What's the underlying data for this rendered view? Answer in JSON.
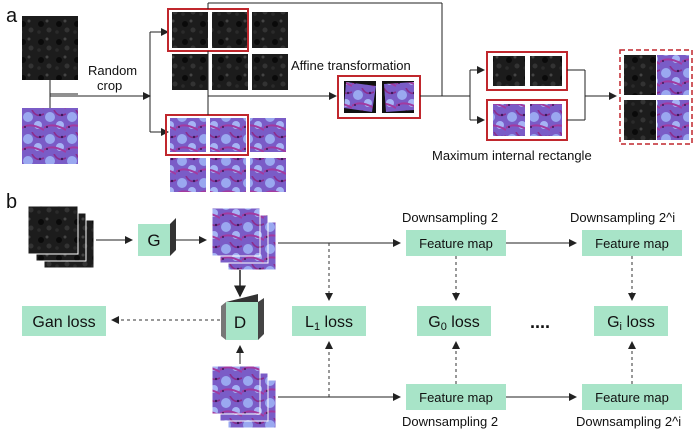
{
  "panel_a": {
    "label": "a",
    "random_crop_line1": "Random",
    "random_crop_line2": "crop",
    "affine": "Affine transformation",
    "max_rect": "Maximum internal rectangle"
  },
  "panel_b": {
    "label": "b",
    "g_box": "G",
    "d_box": "D",
    "gan_loss": "Gan loss",
    "l1_loss_main": "L",
    "l1_loss_sub": "1",
    "l1_loss_tail": " loss",
    "g0_loss_main": "G",
    "g0_loss_sub": "0",
    "g0_loss_tail": " loss",
    "gi_loss_main": "G",
    "gi_loss_sub": "i",
    "gi_loss_tail": " loss",
    "ellipsis": "....",
    "feature_map": "Feature map",
    "downsampling_2": "Downsampling 2",
    "downsampling_2i": "Downsampling 2^i"
  },
  "colors": {
    "box_fill": "#a8e4c8",
    "red_frame": "#c0272d",
    "he_purple": "#7a5cc7",
    "he_blue": "#9aa8f0",
    "he_magenta": "#a23aa0"
  }
}
